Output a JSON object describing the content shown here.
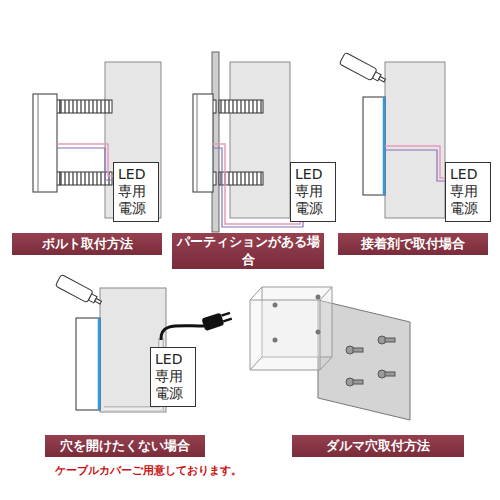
{
  "diagram": {
    "nodes": [
      {
        "text": [
          "LED 専用 電源"
        ]
      },
      {
        "text": [
          "LED 専用 電源"
        ]
      },
      {
        "text": [
          "LED 専用 電源"
        ]
      },
      {
        "text": [
          "ボルト取付方法"
        ]
      },
      {
        "text": [
          "パーティションがある場合"
        ]
      },
      {
        "text": [
          "接着剤で取付場合"
        ]
      },
      {
        "text": [
          "LED 専用 電源"
        ]
      },
      {
        "text": [
          "穴を開けたくない場合"
        ]
      },
      {
        "text": [
          "ダルマ穴取付方法"
        ]
      }
    ],
    "labels": [
      "ケーブルカバーご用意しております。"
    ]
  }
}
